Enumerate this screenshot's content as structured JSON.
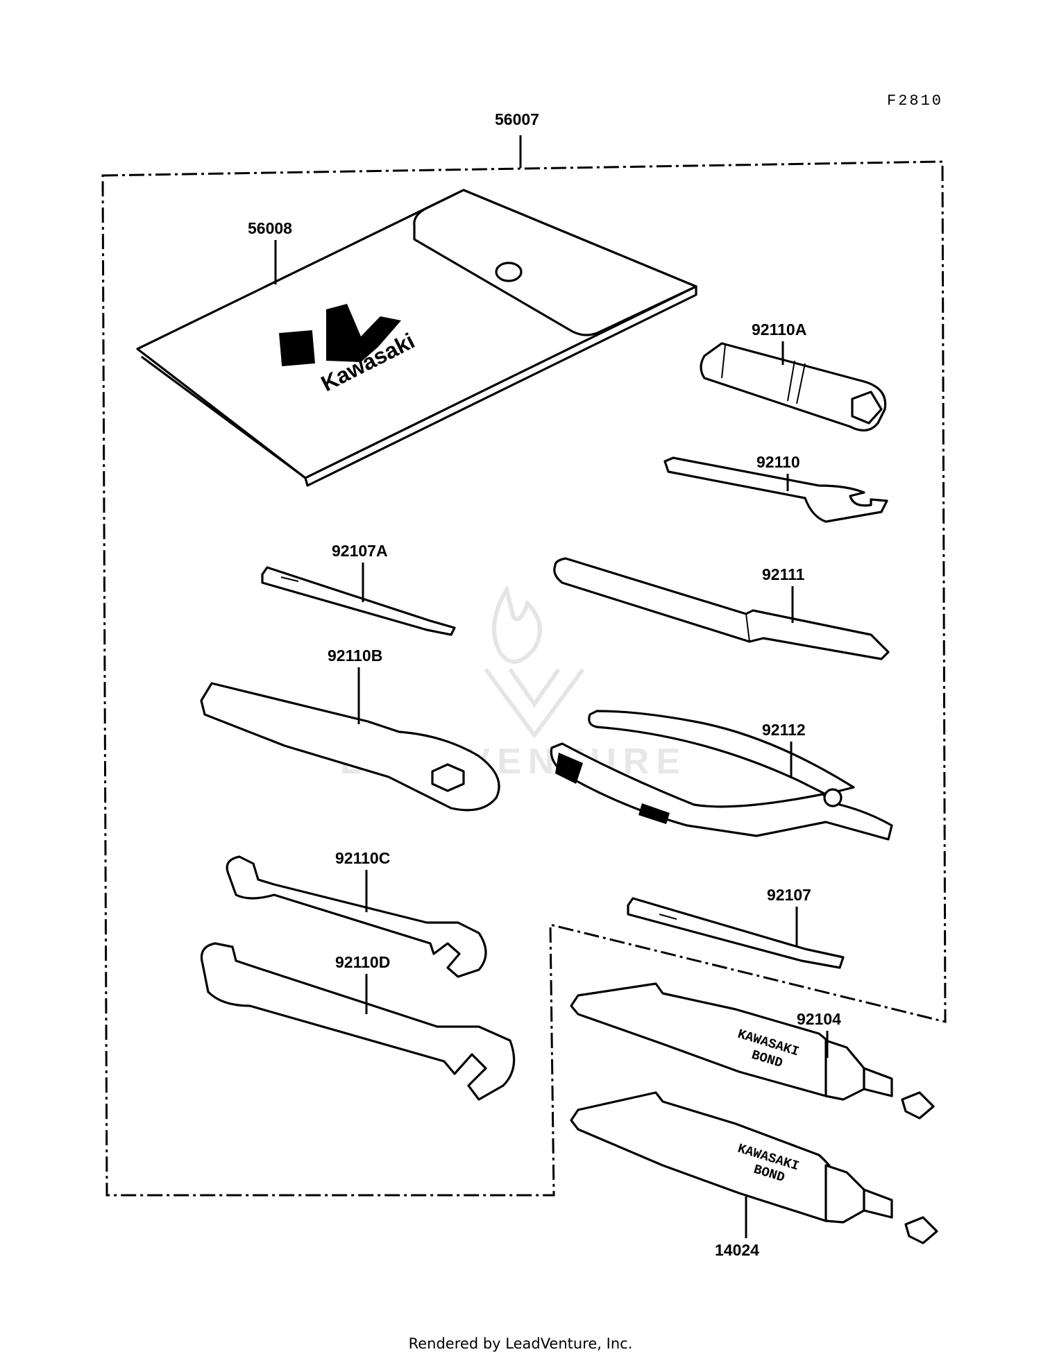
{
  "figure_code": "F2810",
  "callouts": {
    "tool_kit": "56007",
    "tool_bag": "56008",
    "plug_wrench": "92110A",
    "hook_wrench": "92110",
    "screwdriver_a": "92107A",
    "handle_extension": "92111",
    "ring_wrench": "92110B",
    "pliers": "92112",
    "open_wrench_c": "92110C",
    "screwdriver": "92107",
    "open_wrench_d": "92110D",
    "bond_tube_a": "92104",
    "bond_tube_b": "14024"
  },
  "bag_brand": "Kawasaki",
  "tube_text": {
    "line1": "KAWASAKI",
    "line2": "BOND"
  },
  "watermark": "LEADVENTURE",
  "footer": "Rendered by LeadVenture, Inc."
}
